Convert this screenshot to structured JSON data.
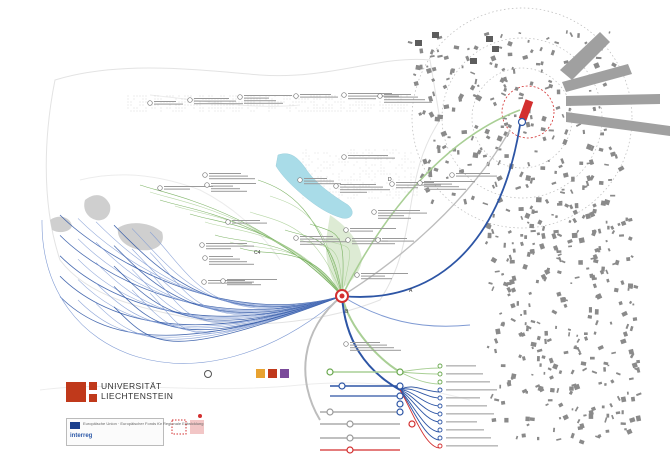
{
  "university": {
    "line1": "UNIVERSITÄT",
    "line2": "LIECHTENSTEIN"
  },
  "sponsor": {
    "brand": "interreg",
    "small": "Europäische Union · Europäischer Fonds für Regionale Entwicklung"
  },
  "letters": {
    "a": "A",
    "b": "B",
    "c": "C4",
    "d": "D"
  },
  "colors": {
    "green": "#6aa84f",
    "green_light": "#a9cf95",
    "blue": "#2d55a5",
    "blue_light": "#7f9ad3",
    "red": "#d32f2f",
    "lake": "#a9dce8",
    "building": "#8a8a8a",
    "grey_line": "#9a9a9a"
  },
  "legend_rows": [
    {
      "color": "#6aa84f"
    },
    {
      "color": "#6aa84f"
    },
    {
      "color": "#6aa84f"
    },
    {
      "color": "#2d55a5"
    },
    {
      "color": "#2d55a5"
    },
    {
      "color": "#2d55a5"
    },
    {
      "color": "#2d55a5"
    },
    {
      "color": "#2d55a5"
    },
    {
      "color": "#2d55a5"
    },
    {
      "color": "#2d55a5"
    },
    {
      "color": "#d32f2f"
    }
  ]
}
